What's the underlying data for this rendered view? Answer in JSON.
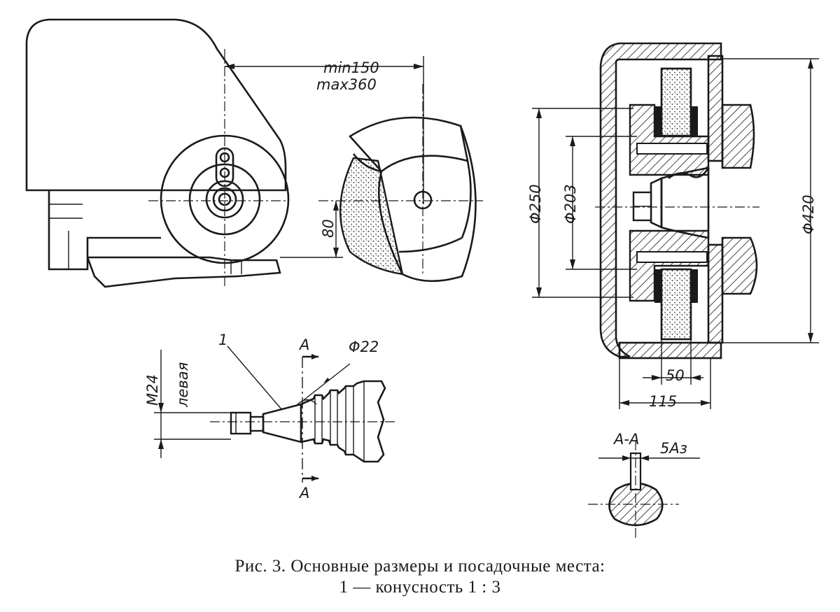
{
  "dimensions": {
    "min_label": "min150",
    "max_label": "max360",
    "height_80": "80",
    "dia_250": "Φ250",
    "dia_203": "Φ203",
    "dia_420": "Φ420",
    "width_50": "50",
    "width_115": "115",
    "thread": "M24",
    "thread_note": "левая",
    "dia_22": "Φ22",
    "section_a_top": "А",
    "section_a_bottom": "А",
    "section_title": "А-А",
    "key_fit": "5Аз",
    "callout_1": "1"
  },
  "caption": {
    "line1": "Рис. 3. Основные размеры и посадочные места:",
    "line2": "1 — конусность 1 : 3"
  }
}
